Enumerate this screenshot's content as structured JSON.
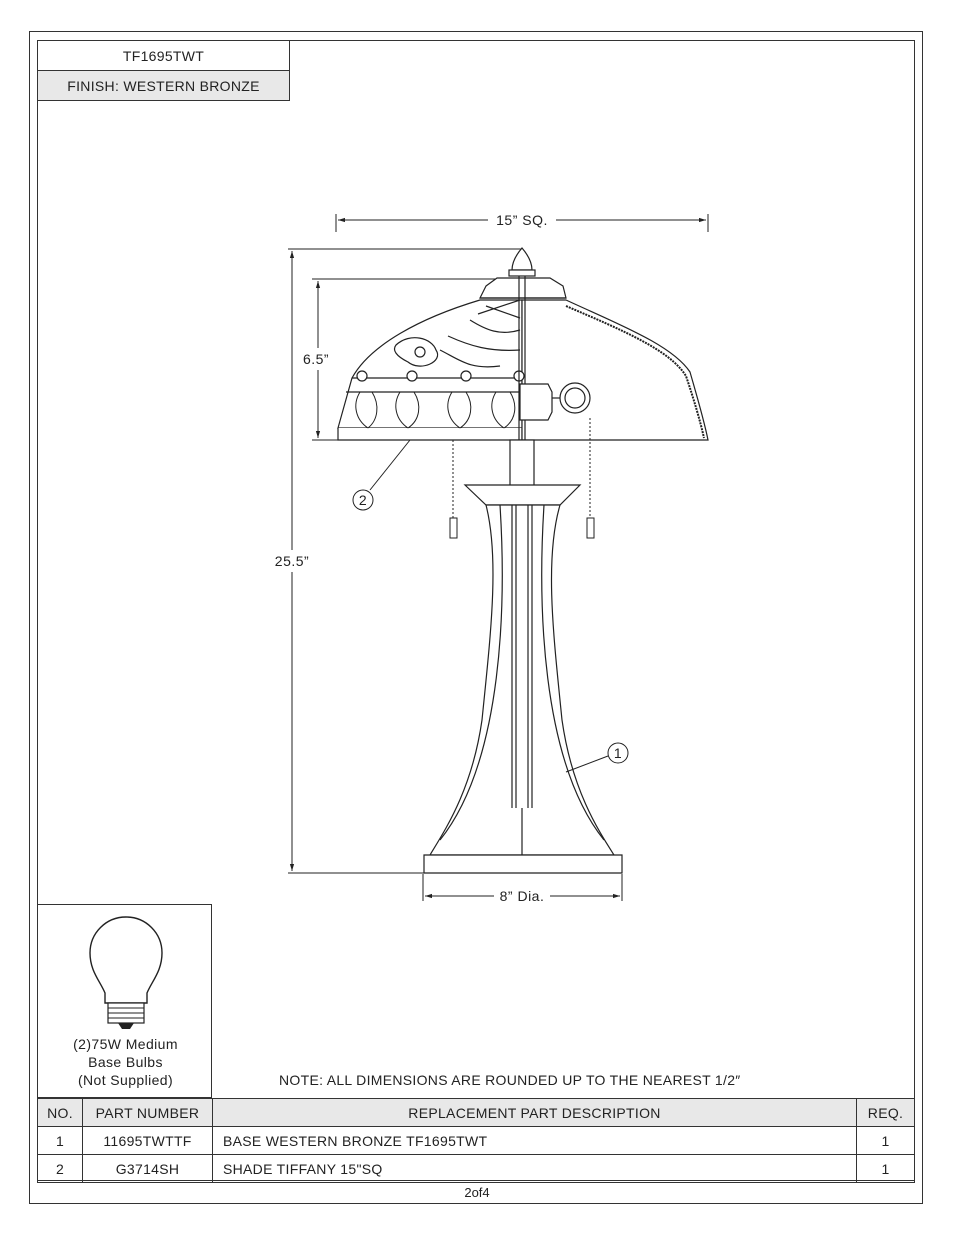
{
  "title_block": {
    "model": "TF1695TWT",
    "finish": "FINISH: WESTERN BRONZE"
  },
  "dimensions": {
    "shade_width": "15” SQ.",
    "shade_height": "6.5”",
    "overall_height": "25.5”",
    "base_diameter": "8” Dia."
  },
  "callouts": {
    "shade": "2",
    "base": "1"
  },
  "bulb": {
    "icon": "light-bulb-icon",
    "line1": "(2)75W Medium",
    "line2": "Base Bulbs",
    "line3": "(Not Supplied)"
  },
  "note": "NOTE:  ALL DIMENSIONS ARE ROUNDED UP TO THE NEAREST  1/2″",
  "parts_table": {
    "headers": {
      "no": "NO.",
      "part_number": "PART NUMBER",
      "description": "REPLACEMENT PART DESCRIPTION",
      "req": "REQ."
    },
    "rows": [
      {
        "no": "1",
        "part_number": "11695TWTTF",
        "description": "BASE WESTERN BRONZE TF1695TWT",
        "req": "1"
      },
      {
        "no": "2",
        "part_number": "G3714SH",
        "description": "SHADE TIFFANY 15\"SQ",
        "req": "1"
      }
    ]
  },
  "page_number": "2of4"
}
